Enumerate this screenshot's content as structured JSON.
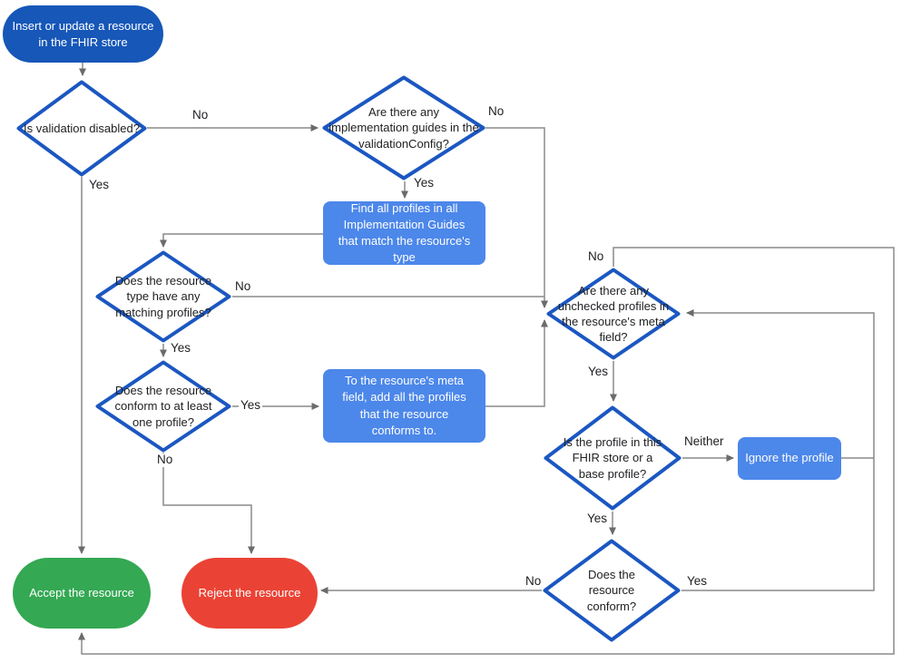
{
  "colors": {
    "terminal_start_fill": "#1657b8",
    "diamond_border": "#1b57c1",
    "process_fill": "#4c87ea",
    "accept_fill": "#34a853",
    "reject_fill": "#ea4335",
    "connector_gray": "#8a8a8a",
    "arrow_gray": "#6b6b6b",
    "text_dark": "#202124",
    "text_light": "#ffffff"
  },
  "nodes": {
    "start": {
      "label": "Insert or update a resource in the FHIR store"
    },
    "is_validation_disabled": {
      "label": "Is validation disabled?"
    },
    "implementation_guides": {
      "label": "Are there any implementation guides in the validationConfig?"
    },
    "find_profiles": {
      "label": "Find all profiles in all Implementation Guides that match the resource's type"
    },
    "matching_profiles": {
      "label": "Does the resource type have any matching profiles?"
    },
    "conforms_one_profile": {
      "label": "Does the resource conform to at least one profile?"
    },
    "add_profiles_meta": {
      "label": "To the resource's meta field, add all the profiles that the resource conforms to."
    },
    "unchecked_profiles": {
      "label": "Are there any unchecked profiles in the resource's meta field?"
    },
    "profile_in_store": {
      "label": "Is the profile in this FHIR store or a base profile?"
    },
    "ignore_profile": {
      "label": "Ignore the profile"
    },
    "resource_conforms": {
      "label": "Does the resource conform?"
    },
    "accept": {
      "label": "Accept the resource"
    },
    "reject": {
      "label": "Reject the resource"
    }
  },
  "edge_labels": {
    "validation_no": "No",
    "validation_yes": "Yes",
    "guides_no": "No",
    "guides_yes": "Yes",
    "matching_no": "No",
    "matching_yes": "Yes",
    "conforms_one_yes": "Yes",
    "conforms_one_no": "No",
    "unchecked_no": "No",
    "unchecked_yes": "Yes",
    "profile_neither": "Neither",
    "profile_yes": "Yes",
    "conforms_no": "No",
    "conforms_yes": "Yes"
  }
}
